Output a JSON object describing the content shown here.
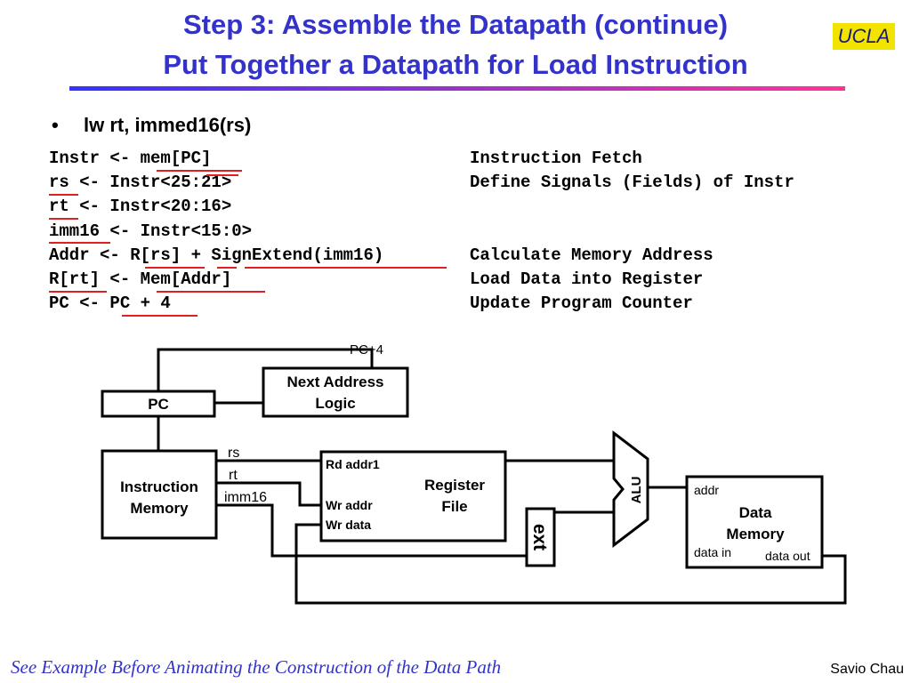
{
  "title": {
    "line1": "Step 3: Assemble the Datapath (continue)",
    "line2": "Put Together a Datapath for Load Instruction"
  },
  "logo": {
    "text": "UCLA",
    "color": "#f2e400"
  },
  "accent_color": "#3333cc",
  "bullet": {
    "marker": "•",
    "text": "lw rt, immed16(rs)"
  },
  "rtl": [
    {
      "stmt": "Instr <- mem[PC]",
      "desc": "Instruction Fetch"
    },
    {
      "stmt": "rs <- Instr<25:21>",
      "desc": "Define Signals (Fields) of Instr"
    },
    {
      "stmt": "rt <- Instr<20:16>",
      "desc": ""
    },
    {
      "stmt": "imm16 <- Instr<15:0>",
      "desc": ""
    },
    {
      "stmt": "Addr <- R[rs] + SignExtend(imm16)",
      "desc": "Calculate Memory Address"
    },
    {
      "stmt": "R[rt] <- Mem[Addr]",
      "desc": "Load Data into Register"
    },
    {
      "stmt": "PC <- PC + 4",
      "desc": "Update Program Counter"
    }
  ],
  "diagram": {
    "pc_plus4": "PC+4",
    "next_addr_line1": "Next Address",
    "next_addr_line2": "Logic",
    "pc": "PC",
    "imem_line1": "Instruction",
    "imem_line2": "Memory",
    "rs": "rs",
    "rt": "rt",
    "imm16": "imm16",
    "rd_addr1": "Rd addr1",
    "wr_addr": "Wr addr",
    "wr_data": "Wr data",
    "regfile_line1": "Register",
    "regfile_line2": "File",
    "alu": "ALU",
    "ext": "ext",
    "addr": "addr",
    "dmem_line1": "Data",
    "dmem_line2": "Memory",
    "data_in": "data in",
    "data_out": "data out"
  },
  "footer": {
    "note": "See Example Before Animating the Construction of the Data Path",
    "author": "Savio Chau"
  }
}
